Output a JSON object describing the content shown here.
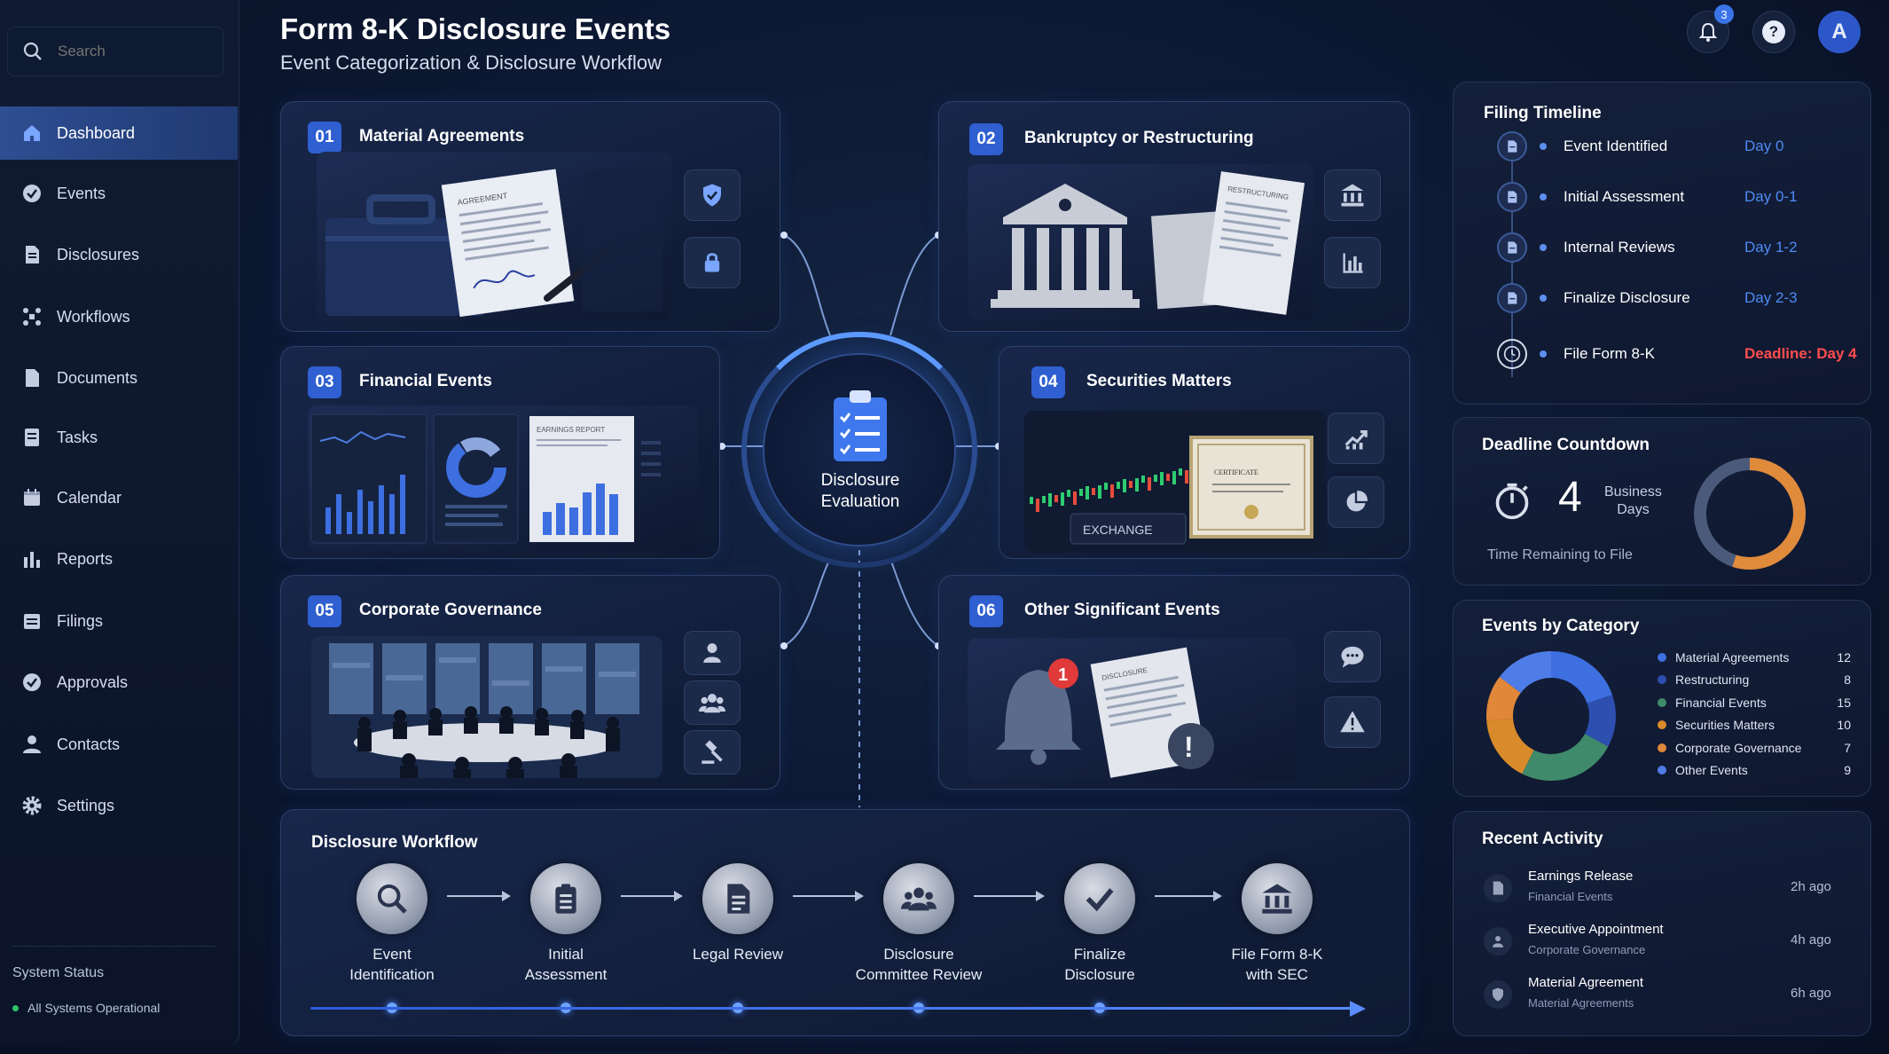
{
  "header": {
    "title": "Form 8-K Disclosure Events",
    "subtitle": "Event Categorization & Disclosure Workflow",
    "notification_count": "3",
    "help_icon": "?",
    "avatar_initial": "A"
  },
  "search": {
    "placeholder": "Search"
  },
  "sidebar": {
    "items": [
      {
        "label": "Dashboard",
        "icon": "home-icon",
        "active": true
      },
      {
        "label": "Events",
        "icon": "check-circle-icon"
      },
      {
        "label": "Disclosures",
        "icon": "document-icon"
      },
      {
        "label": "Workflows",
        "icon": "workflow-icon"
      },
      {
        "label": "Documents",
        "icon": "file-icon"
      },
      {
        "label": "Tasks",
        "icon": "task-icon"
      },
      {
        "label": "Calendar",
        "icon": "calendar-icon"
      },
      {
        "label": "Reports",
        "icon": "bar-chart-icon"
      },
      {
        "label": "Filings",
        "icon": "filings-icon"
      },
      {
        "label": "Approvals",
        "icon": "approval-icon"
      },
      {
        "label": "Contacts",
        "icon": "person-icon"
      },
      {
        "label": "Settings",
        "icon": "gear-icon"
      }
    ],
    "system_status_label": "System Status",
    "system_status_value": "All Systems Operational"
  },
  "cards": [
    {
      "num": "01",
      "title": "Material Agreements",
      "doc_label": "AGREEMENT"
    },
    {
      "num": "02",
      "title": "Bankruptcy or Restructuring",
      "doc_label": "RESTRUCTURING"
    },
    {
      "num": "03",
      "title": "Financial Events",
      "doc_label": "EARNINGS REPORT"
    },
    {
      "num": "04",
      "title": "Securities Matters",
      "doc_label": "EXCHANGE",
      "cert_label": "CERTIFICATE"
    },
    {
      "num": "05",
      "title": "Corporate Governance"
    },
    {
      "num": "06",
      "title": "Other Significant Events",
      "doc_label": "DISCLOSURE",
      "bell_count": "1",
      "alert_mark": "!"
    }
  ],
  "hub": {
    "line1": "Disclosure",
    "line2": "Evaluation"
  },
  "workflow": {
    "title": "Disclosure Workflow",
    "steps": [
      {
        "line1": "Event",
        "line2": "Identification",
        "icon": "search-icon"
      },
      {
        "line1": "Initial",
        "line2": "Assessment",
        "icon": "clipboard-icon"
      },
      {
        "line1": "Legal Review",
        "line2": "",
        "icon": "document-icon"
      },
      {
        "line1": "Disclosure",
        "line2": "Committee Review",
        "icon": "group-icon"
      },
      {
        "line1": "Finalize",
        "line2": "Disclosure",
        "icon": "checkmark-icon"
      },
      {
        "line1": "File Form 8-K",
        "line2": "with SEC",
        "icon": "bank-icon"
      }
    ]
  },
  "timeline": {
    "title": "Filing Timeline",
    "items": [
      {
        "label": "Event Identified",
        "day": "Day 0"
      },
      {
        "label": "Initial Assessment",
        "day": "Day 0-1"
      },
      {
        "label": "Internal Reviews",
        "day": "Day 1-2"
      },
      {
        "label": "Finalize Disclosure",
        "day": "Day 2-3"
      },
      {
        "label": "File Form 8-K",
        "day": "Deadline: Day 4"
      }
    ],
    "deadline_color": "#ff4d4d"
  },
  "countdown": {
    "title": "Deadline Countdown",
    "number": "4",
    "unit_line1": "Business",
    "unit_line2": "Days",
    "caption": "Time Remaining to File",
    "gauge_fraction": 0.55
  },
  "categories": {
    "title": "Events by Category",
    "items": [
      {
        "label": "Material Agreements",
        "count": "12",
        "value": 12,
        "color": "#3d6fe0"
      },
      {
        "label": "Restructuring",
        "count": "8",
        "value": 8,
        "color": "#2c4fb0"
      },
      {
        "label": "Financial Events",
        "count": "15",
        "value": 15,
        "color": "#3f8a6a"
      },
      {
        "label": "Securities Matters",
        "count": "10",
        "value": 10,
        "color": "#d98a2b"
      },
      {
        "label": "Corporate Governance",
        "count": "7",
        "value": 7,
        "color": "#e0873a"
      },
      {
        "label": "Other Events",
        "count": "9",
        "value": 9,
        "color": "#4f7de8"
      }
    ]
  },
  "activity": {
    "title": "Recent Activity",
    "items": [
      {
        "title": "Earnings Release",
        "sub": "Financial Events",
        "time": "2h ago"
      },
      {
        "title": "Executive Appointment",
        "sub": "Corporate Governance",
        "time": "4h ago"
      },
      {
        "title": "Material Agreement",
        "sub": "Material Agreements",
        "time": "6h ago"
      }
    ]
  }
}
